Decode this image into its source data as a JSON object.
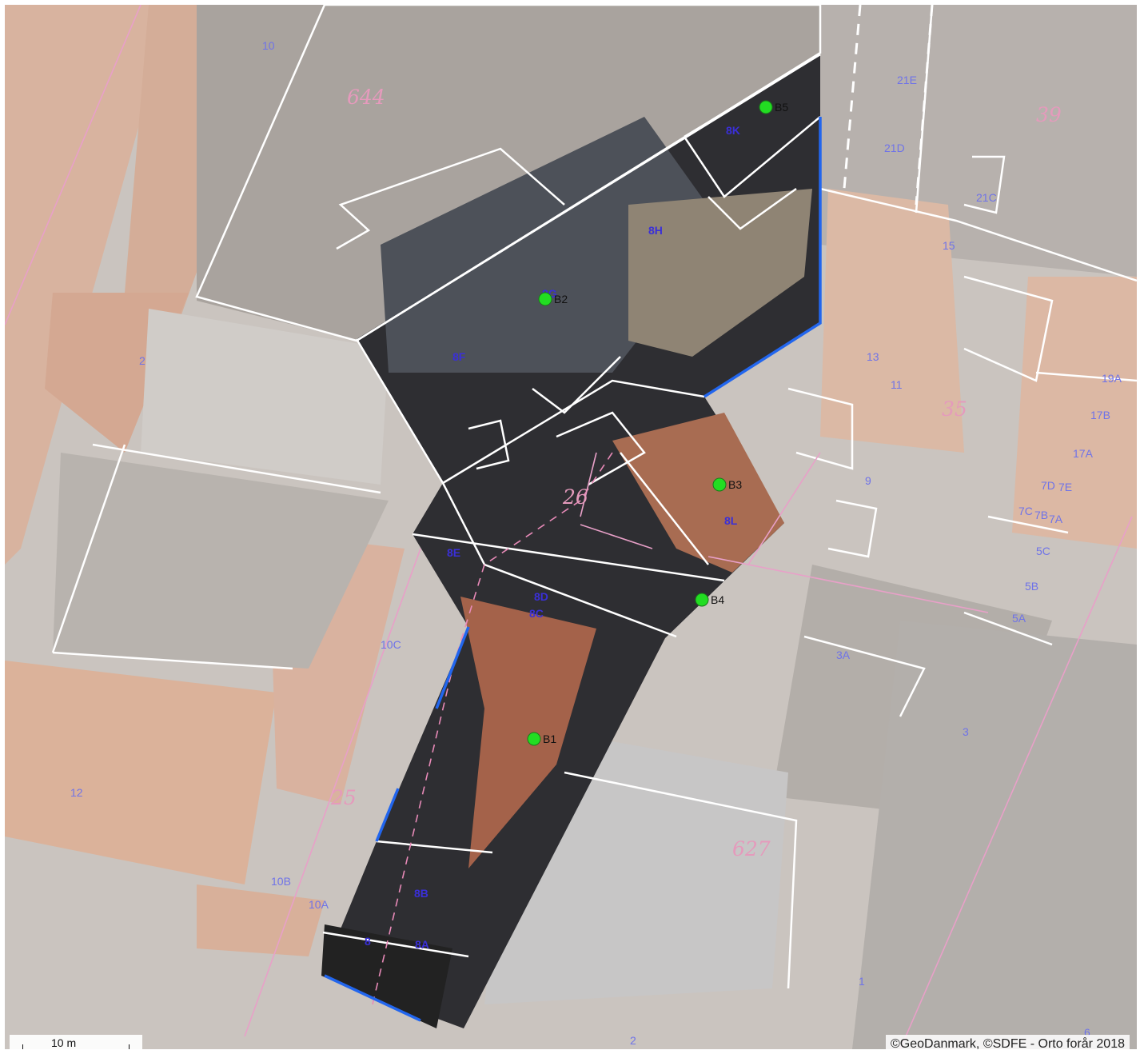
{
  "map": {
    "selected_labels": [
      "8K",
      "8H",
      "8G",
      "8F",
      "8E",
      "8D",
      "8C",
      "8L",
      "8B",
      "8A",
      "8"
    ],
    "address_labels": [
      "10",
      "2",
      "10C",
      "12",
      "10B",
      "10A",
      "21E",
      "21D",
      "21C",
      "15",
      "13",
      "11",
      "9",
      "19A",
      "17B",
      "17A",
      "7D",
      "7E",
      "7C",
      "7B",
      "7A",
      "5C",
      "5B",
      "5A",
      "3A",
      "3",
      "1",
      "2",
      "6"
    ],
    "plot_numbers": [
      "644",
      "39",
      "35",
      "26",
      "25",
      "627"
    ],
    "markers": [
      {
        "label": "B1",
        "color": "#22dd22"
      },
      {
        "label": "B2",
        "color": "#22dd22"
      },
      {
        "label": "B3",
        "color": "#22dd22"
      },
      {
        "label": "B4",
        "color": "#22dd22"
      },
      {
        "label": "B5",
        "color": "#22dd22"
      }
    ],
    "colors": {
      "parcel_line": "#ffffff",
      "cadastral_line": "#e8a0c8",
      "selection_edge": "#2266ee",
      "marker": "#22dd22"
    }
  },
  "scale": {
    "label": "10 m"
  },
  "attribution": "©GeoDanmark, ©SDFE - Orto forår 2018"
}
